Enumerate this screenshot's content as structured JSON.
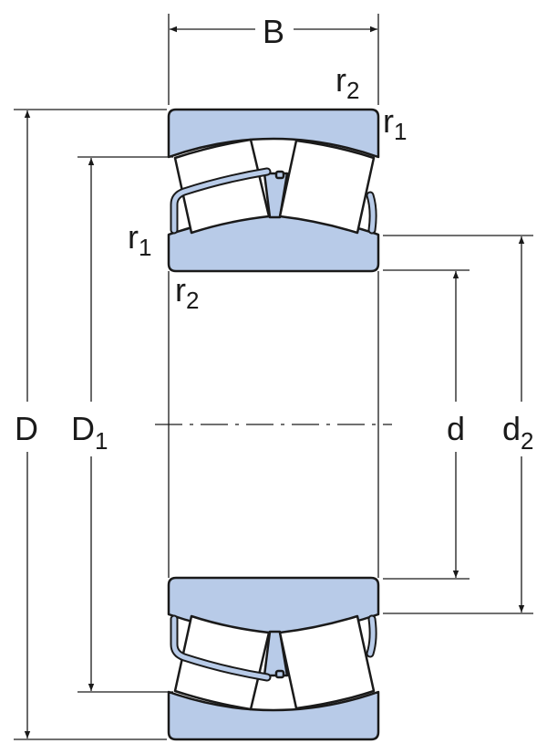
{
  "title": "Spherical roller bearing dimension drawing",
  "labels": {
    "B": "B",
    "D": "D",
    "D1": {
      "main": "D",
      "sub": "1"
    },
    "d": "d",
    "d2": {
      "main": "d",
      "sub": "2"
    },
    "r1_top": {
      "main": "r",
      "sub": "1"
    },
    "r2_top": {
      "main": "r",
      "sub": "2"
    },
    "r1_left": {
      "main": "r",
      "sub": "1"
    },
    "r2_left": {
      "main": "r",
      "sub": "2"
    }
  },
  "colors": {
    "ring_fill": "#b8cbe8",
    "line": "#1a1a1a"
  }
}
